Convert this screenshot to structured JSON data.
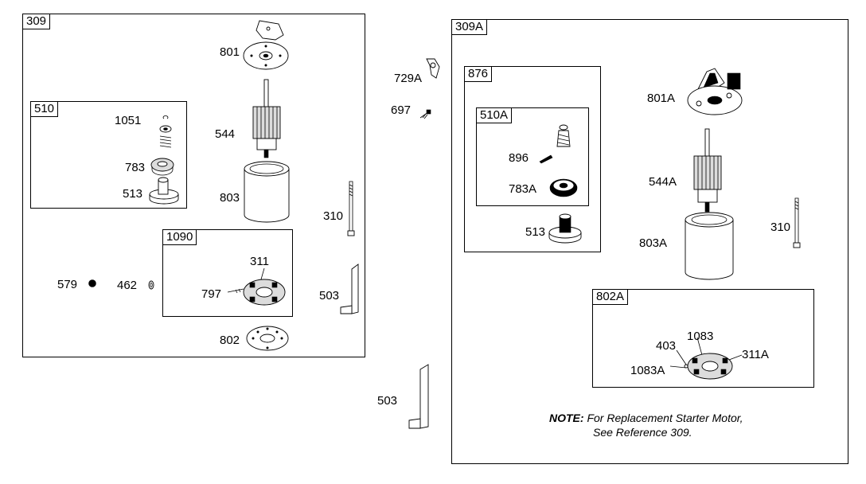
{
  "groups": {
    "g309": "309",
    "g510": "510",
    "g1090": "1090",
    "g309a": "309A",
    "g876": "876",
    "g510a": "510A",
    "g802a": "802A"
  },
  "parts": {
    "p801": "801",
    "p544": "544",
    "p1051": "1051",
    "p783": "783",
    "p513": "513",
    "p803": "803",
    "p310": "310",
    "p311": "311",
    "p797": "797",
    "p579": "579",
    "p462": "462",
    "p503": "503",
    "p802": "802",
    "p729a": "729A",
    "p697": "697",
    "p503b": "503",
    "p896": "896",
    "p783a": "783A",
    "p513a": "513",
    "p801a": "801A",
    "p544a": "544A",
    "p803a": "803A",
    "p310a": "310",
    "p403": "403",
    "p1083": "1083",
    "p1083a": "1083A",
    "p311a": "311A"
  },
  "note": {
    "label": "NOTE:",
    "line1": " For Replacement Starter Motor,",
    "line2": "See Reference 309."
  }
}
